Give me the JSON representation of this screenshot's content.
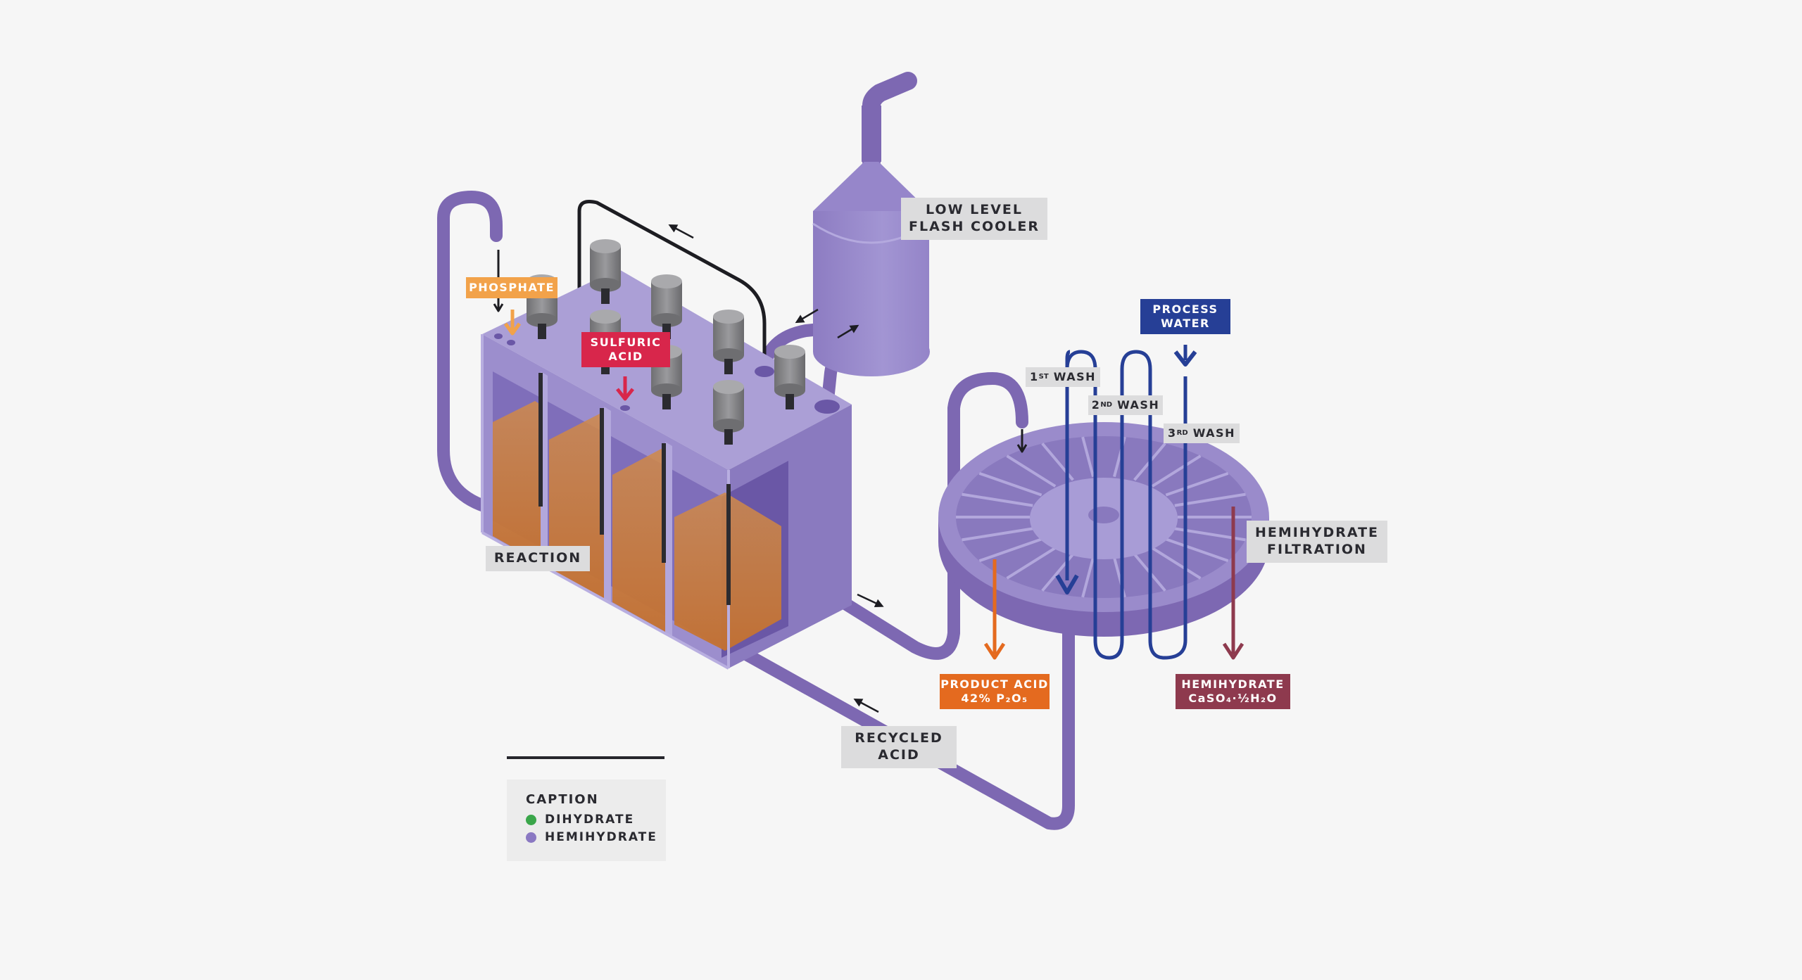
{
  "labels": {
    "low_level_flash_cooler": [
      "LOW LEVEL",
      "FLASH COOLER"
    ],
    "phosphate": "PHOSPHATE",
    "sulfuric_acid": [
      "SULFURIC",
      "ACID"
    ],
    "reaction": "REACTION",
    "recycled_acid": [
      "RECYCLED",
      "ACID"
    ],
    "process_water": [
      "PROCESS",
      "WATER"
    ],
    "wash1": {
      "num": "1",
      "sup": "ST",
      "text": " WASH"
    },
    "wash2": {
      "num": "2",
      "sup": "ND",
      "text": " WASH"
    },
    "wash3": {
      "num": "3",
      "sup": "RD",
      "text": " WASH"
    },
    "hemihydrate_filtration": [
      "HEMIHYDRATE",
      "FILTRATION"
    ],
    "product_acid": [
      "PRODUCT ACID",
      "42% P₂O₅"
    ],
    "hemihydrate_out": [
      "HEMIHYDRATE",
      "CaSO₄·½H₂O"
    ]
  },
  "caption": {
    "title": "CAPTION",
    "items": [
      {
        "label": "DIHYDRATE",
        "color": "#3aa64a"
      },
      {
        "label": "HEMIHYDRATE",
        "color": "#8a78c2"
      }
    ]
  },
  "colors": {
    "background": "#f6f6f6",
    "pipe": "#7d68b2",
    "tank_top": "#ab9fd6",
    "tank_front": "#9b8dcc",
    "tank_side": "#8979be",
    "slurry": "#c97a3c",
    "phosphate": "#f2a24a",
    "sulfuric_acid": "#d8264b",
    "process_water": "#263f96",
    "product_acid": "#e46a1f",
    "hemihydrate_out": "#8e3a4e",
    "label_gray": "#dcdcdd"
  }
}
